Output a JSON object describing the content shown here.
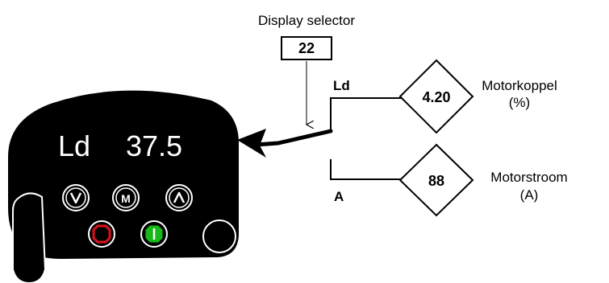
{
  "selector": {
    "title": "Display selector",
    "value": "22"
  },
  "display": {
    "mnemonic": "Ld",
    "value": "37.5"
  },
  "keypad": {
    "down_icon": "down-chevron",
    "mode_label": "M",
    "up_icon": "up-chevron",
    "stop_icon": "stop-octagon",
    "start_icon": "start-octagon"
  },
  "switch": {
    "upper_label": "Ld",
    "lower_label": "A"
  },
  "parameters": [
    {
      "value": "4.20",
      "name": "Motorkoppel",
      "unit": "(%)"
    },
    {
      "value": "88",
      "name": "Motorstroom",
      "unit": "(A)"
    }
  ],
  "colors": {
    "stop": "#e0101a",
    "start": "#16b81a",
    "housing": "#000000"
  }
}
